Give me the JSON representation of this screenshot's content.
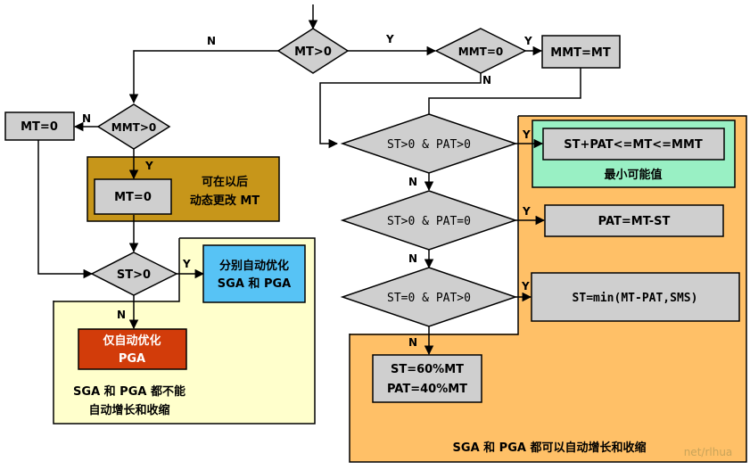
{
  "colors": {
    "gray_box": "#cfcfcf",
    "orange_region": "#ffc067",
    "yellow_region": "#ffffcc",
    "olive_region": "#c7961a",
    "blue_box": "#57c3f5",
    "red_box": "#d23c0a",
    "mint_region": "#99f0c4",
    "line": "#000000"
  },
  "decisions": {
    "mt_gt_0": "MT>0",
    "mmt_eq_0": "MMT=0",
    "mmt_gt_0": "MMT>0",
    "st_gt_0_small": "ST>0",
    "st_gt0_pat_gt0": "ST>0 & PAT>0",
    "st_gt0_pat_eq0": "ST>0 & PAT=0",
    "st_eq0_pat_gt0": "ST=0 & PAT>0"
  },
  "boxes": {
    "mmt_set": "MMT=MT",
    "mt_zero_left": "MT=0",
    "mt_zero_olive": "MT=0",
    "olive_note_line1": "可在以后",
    "olive_note_line2": "动态更改 MT",
    "auto_both_line1": "分别自动优化",
    "auto_both_line2": "SGA 和 PGA",
    "pga_only_line1": "仅自动优化",
    "pga_only_line2": "PGA",
    "yellow_note_line1": "SGA 和 PGA 都不能",
    "yellow_note_line2": "自动增长和收缩",
    "range": "ST+PAT<=MT<=MMT",
    "range_note": "最小可能值",
    "pat_set": "PAT=MT-ST",
    "st_set": "ST=min(MT-PAT,SMS)",
    "default_line1": "ST=60%MT",
    "default_line2": "PAT=40%MT",
    "orange_note": "SGA 和 PGA 都可以自动增长和收缩",
    "watermark": "net/rlhua"
  },
  "labels": {
    "yes": "Y",
    "no": "N"
  }
}
